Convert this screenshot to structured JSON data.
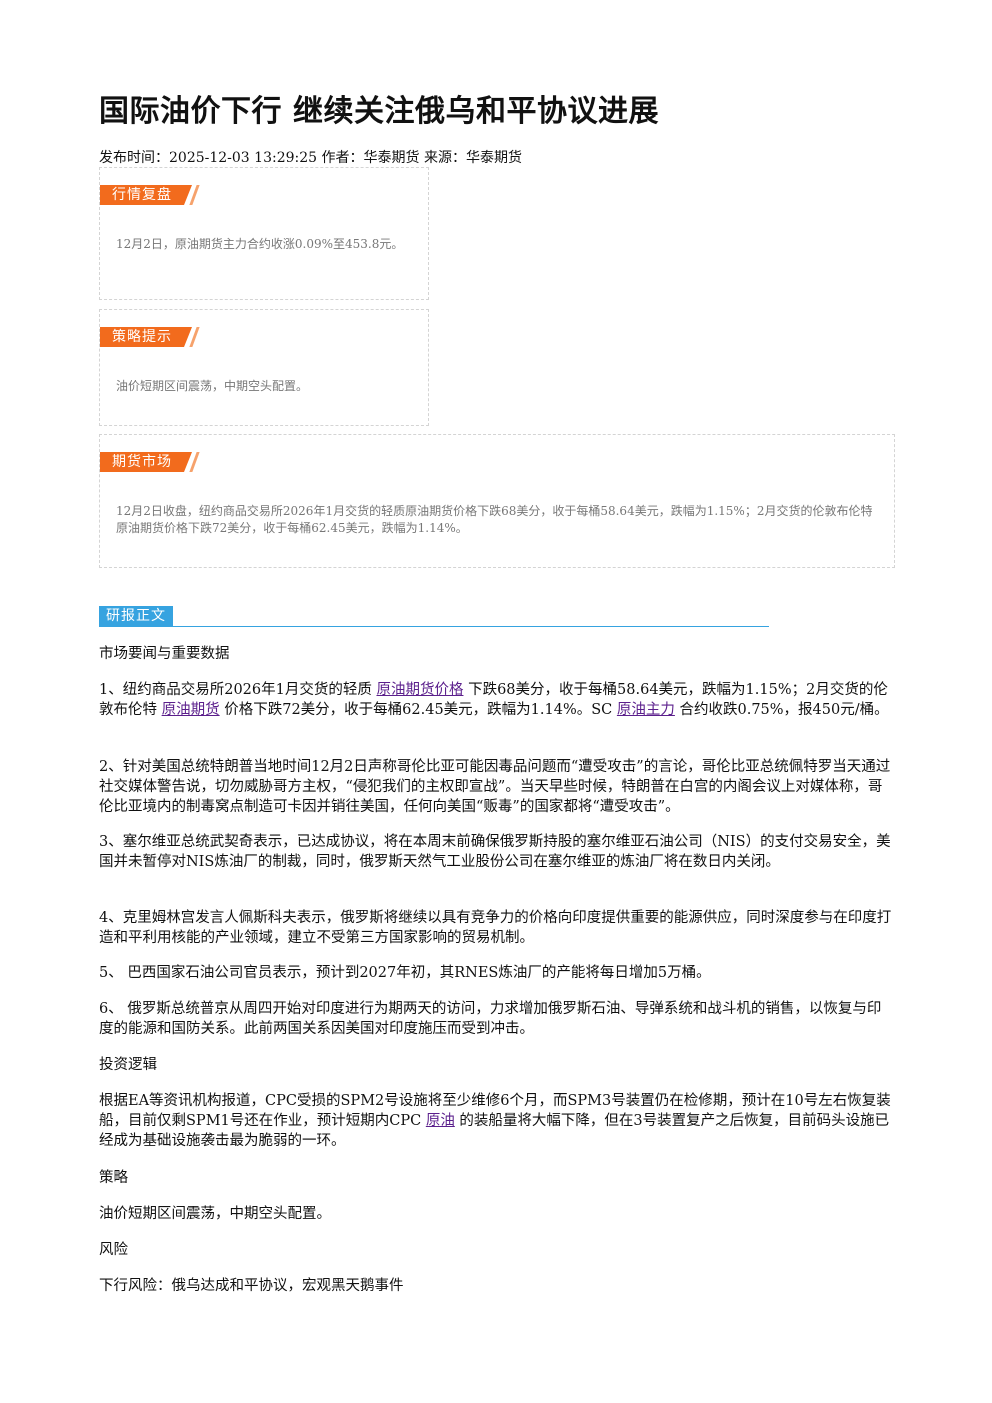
{
  "title": "国际油价下行 继续关注俄乌和平协议进展",
  "meta": "发布时间：2025-12-03 13:29:25 作者：华泰期货 来源：华泰期货",
  "cards": {
    "market_review": {
      "tag": "行情复盘",
      "text": "12月2日，原油期货主力合约收涨0.09%至453.8元。"
    },
    "strategy_tip": {
      "tag": "策略提示",
      "text": "油价短期区间震荡，中期空头配置。"
    },
    "futures_market": {
      "tag": "期货市场",
      "text": "12月2日收盘，纽约商品交易所2026年1月交货的轻质原油期货价格下跌68美分，收于每桶58.64美元，跌幅为1.15%；2月交货的伦敦布伦特原油期货价格下跌72美分，收于每桶62.45美元，跌幅为1.14%。"
    }
  },
  "report": {
    "tag": "研报正文",
    "heading_news": "市场要闻与重要数据",
    "item1": {
      "a": "1、纽约商品交易所2026年1月交货的轻质 ",
      "link1": "原油期货价格",
      "b": " 下跌68美分，收于每桶58.64美元，跌幅为1.15%；2月交货的伦敦布伦特 ",
      "link2": "原油期货",
      "c": " 价格下跌72美分，收于每桶62.45美元，跌幅为1.14%。SC ",
      "link3": "原油主力",
      "d": " 合约收跌0.75%，报450元/桶。"
    },
    "item2": "2、针对美国总统特朗普当地时间12月2日声称哥伦比亚可能因毒品问题而“遭受攻击”的言论，哥伦比亚总统佩特罗当天通过社交媒体警告说，切勿威胁哥方主权，“侵犯我们的主权即宣战”。当天早些时候，特朗普在白宫的内阁会议上对媒体称，哥伦比亚境内的制毒窝点制造可卡因并销往美国，任何向美国“贩毒”的国家都将“遭受攻击”。",
    "item3": "3、塞尔维亚总统武契奇表示，已达成协议，将在本周末前确保俄罗斯持股的塞尔维亚石油公司（NIS）的支付交易安全，美国并未暂停对NIS炼油厂的制裁，同时，俄罗斯天然气工业股份公司在塞尔维亚的炼油厂将在数日内关闭。",
    "item4": "4、克里姆林宫发言人佩斯科夫表示，俄罗斯将继续以具有竞争力的价格向印度提供重要的能源供应，同时深度参与在印度打造和平利用核能的产业领域，建立不受第三方国家影响的贸易机制。",
    "item5": "5、 巴西国家石油公司官员表示，预计到2027年初，其RNES炼油厂的产能将每日增加5万桶。",
    "item6": "6、 俄罗斯总统普京从周四开始对印度进行为期两天的访问，力求增加俄罗斯石油、导弹系统和战斗机的销售，以恢复与印度的能源和国防关系。此前两国关系因美国对印度施压而受到冲击。",
    "heading_logic": "投资逻辑",
    "logic": {
      "a": "根据EA等资讯机构报道，CPC受损的SPM2号设施将至少维修6个月，而SPM3号装置仍在检修期，预计在10号左右恢复装船，目前仅剩SPM1号还在作业，预计短期内CPC ",
      "link": "原油",
      "b": " 的装船量将大幅下降，但在3号装置复产之后恢复，目前码头设施已经成为基础设施袭击最为脆弱的一环。"
    },
    "heading_strategy": "策略",
    "strategy": "油价短期区间震荡，中期空头配置。",
    "heading_risk": "风险",
    "risk": "下行风险：俄乌达成和平协议，宏观黑天鹅事件"
  },
  "colors": {
    "tag_orange": "#f26b1d",
    "tag_blue": "#36a3e0",
    "link_purple": "#5b1f8c"
  }
}
